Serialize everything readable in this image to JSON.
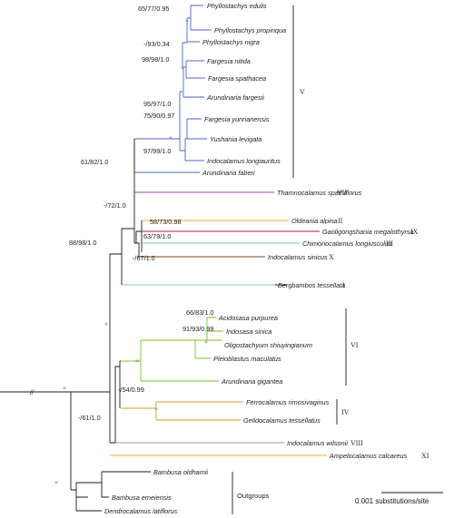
{
  "colors": {
    "black": "#1a1a1a",
    "blue": "#4a66c9",
    "purple": "#a04aa6",
    "orange": "#f0a53a",
    "red": "#b3232a",
    "cyan": "#6ec1cc",
    "brown": "#7a4a1c",
    "lightblue": "#8cc3dc",
    "green": "#7cc22a",
    "olive": "#c9a227",
    "gray": "#9a9a9a"
  },
  "taxa": [
    "Phyllostachys edulis",
    "Phyllostachys propinqua",
    "Phyllostachys nigra",
    "Fargesia nitida",
    "Fargesia spathacea",
    "Arundinaria fargesii",
    "Fargesia yunnanensis",
    "Yushania levigata",
    "Indocalamus longiauritus",
    "Arundinaria faberi",
    "Thamnocalamus spathiflorus",
    "Oldeania alpina",
    "Gaoligongshania megalothyrsa",
    "Chimonocalamus longiusculus",
    "Indocalamus sinicus",
    "Bergbambos tessellata",
    "Acidosasa purpurea",
    "Indosasa sinica",
    "Oligostachyum shiuyingianum",
    "Pleioblastus maculatus",
    "Arundinaria gigantea",
    "Ferrocalamus rimosivaginus",
    "Gelidocalamus tessellatus",
    "Indocalamus wilsonii",
    "Ampelocalamus calcareus",
    "Bambusa oldhamii",
    "Bambusa emeiensis",
    "Dendrocalamus latiflorus"
  ],
  "supports": [
    "65/77/0.95",
    "-/93/0.34",
    "98/98/1.0",
    "95/97/1.0",
    "75/90/0.97",
    "97/99/1.0",
    "61/82/1.0",
    "-/72/1.0",
    "58/73/0.98",
    "63/79/1.0",
    "-/67/1.0",
    "88/98/1.0",
    "66/83/1.0",
    "91/93/0.99",
    "-/54/0.99",
    "-/61/1.0"
  ],
  "clades": [
    "V",
    "VII",
    "II",
    "IX",
    "III",
    "X",
    "I",
    "VI",
    "IV",
    "VIII",
    "XI"
  ],
  "outgroups_label": "Outgroups",
  "scale_label": "0.001 substitutions/site",
  "star_symbol": "*",
  "break_symbol": "//"
}
